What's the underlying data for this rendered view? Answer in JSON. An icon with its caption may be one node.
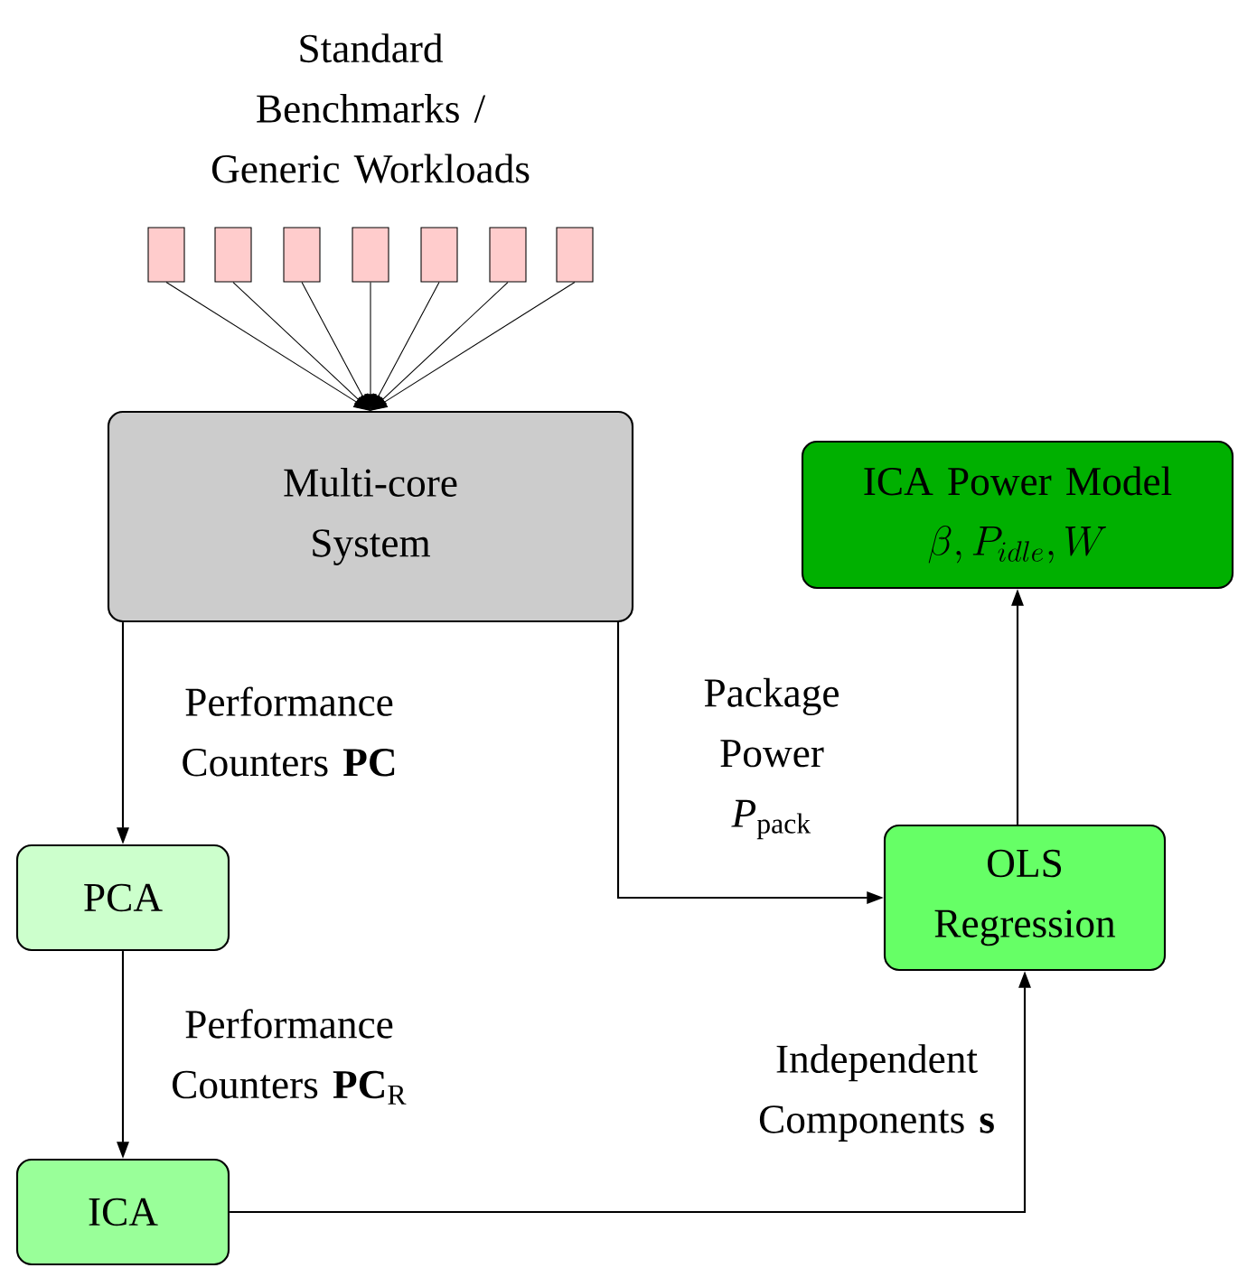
{
  "diagram": {
    "nodes": [
      {
        "text": [],
        "shape": "box"
      },
      {
        "text": [],
        "shape": "box"
      },
      {
        "text": [],
        "shape": "box"
      },
      {
        "text": [],
        "shape": "box"
      },
      {
        "text": [],
        "shape": "box"
      },
      {
        "text": [],
        "shape": "box"
      },
      {
        "text": [],
        "shape": "box"
      },
      {
        "text": [
          "Multi-core System"
        ]
      },
      {
        "text": [
          "ICA Power Model",
          "\\beta, P_{idle}, W"
        ]
      },
      {
        "text": [
          "PCA"
        ]
      },
      {
        "text": [
          "OLS Regression"
        ]
      },
      {
        "text": [
          "ICA"
        ]
      }
    ],
    "edges": [
      {
        "from": 0,
        "to": 7,
        "arrow": "to"
      },
      {
        "from": 1,
        "to": 7,
        "arrow": "to"
      },
      {
        "from": 2,
        "to": 7,
        "arrow": "to"
      },
      {
        "from": 3,
        "to": 7,
        "arrow": "to"
      },
      {
        "from": 4,
        "to": 7,
        "arrow": "to"
      },
      {
        "from": 5,
        "to": 7,
        "arrow": "to"
      },
      {
        "from": 6,
        "to": 7,
        "arrow": "to"
      },
      {
        "from": 7,
        "to": 9,
        "arrow": "to",
        "label": "Performance Counters **PC**"
      },
      {
        "from": 9,
        "to": 11,
        "arrow": "to",
        "label": "Performance Counters **PC**$_{R}$"
      },
      {
        "from": 7,
        "to": 10,
        "arrow": "to",
        "label": "Package Power *P*$_{pack}$"
      },
      {
        "from": 11,
        "to": 10,
        "arrow": "to",
        "label": "Independent Components **s**"
      },
      {
        "from": 10,
        "to": 8,
        "arrow": "to"
      }
    ],
    "labels": [
      "Standard Benchmarks / Generic Workloads"
    ]
  }
}
